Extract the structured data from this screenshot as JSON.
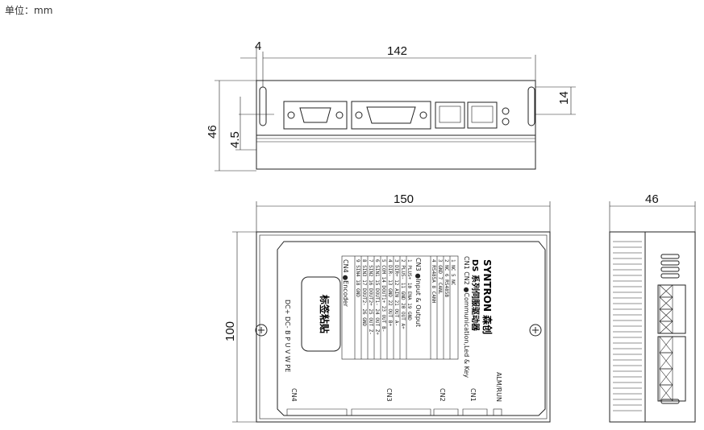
{
  "unit_label": "单位：mm",
  "dims": {
    "top_width": "142",
    "top_margin": "4",
    "top_height": "46",
    "top_hole_offset": "4.5",
    "top_hole_height": "14",
    "front_width": "150",
    "front_height": "100",
    "side_width": "46"
  },
  "brand": "SYNTRON 森创",
  "series_title": "DS 系列伺服驱动器",
  "label_area": "标签粘贴",
  "power_terminals": "DC+ DC- B  P  U  V  W  PE",
  "connectors": {
    "cn1": "CN1",
    "cn2": "CN2",
    "cn3": "CN3",
    "cn4": "CN4",
    "alm": "ALM/RUN"
  },
  "pin_table": {
    "header_comm": "CN1 CN2  ●Communication,Led & Key",
    "header_io": "CN3  ●Input & Output",
    "header_enc": "CN4  ●Encoder",
    "comm_rows": [
      "1  NC         5  NC",
      "2  NC         6  RS485B",
      "3  GND        7  CANL",
      "4  RS485A     8  CANH"
    ],
    "io_rows": [
      "1 PLUS+  10 ENA  19 GND",
      "2 PLUS-  11 GND  20 OUT A+",
      "3 DIR+   12 AIN  21 OUT A-",
      "4 DIR-   13 GND  22 OUT B+",
      "5 COM    14 DOUT1+ 23 OUT B-",
      "6 SIN1   15 DOUT1- 24 OUT Z+",
      "7 SIN2   16 DOUT2+ 25 OUT Z-",
      "8 SIN3   17 DOUT2- 26 GND",
      "9 SIN4   18 GND"
    ]
  }
}
